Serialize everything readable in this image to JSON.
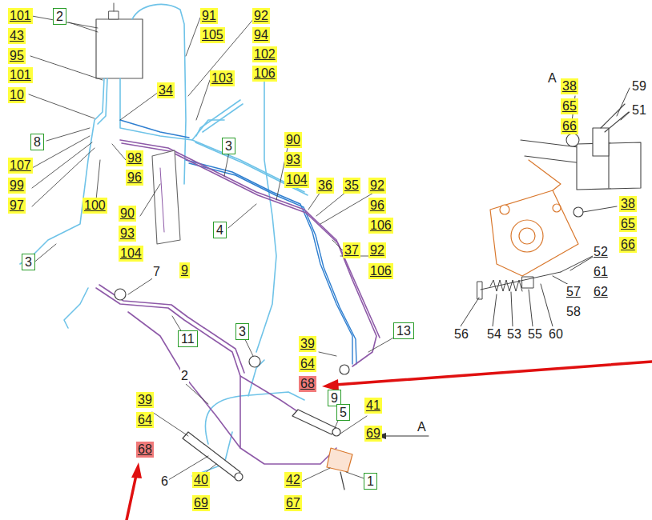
{
  "diagram": {
    "nodes": [
      {
        "text": [
          "2"
        ]
      },
      {
        "text": [
          "8"
        ]
      },
      {
        "text": [
          "3"
        ]
      },
      {
        "text": [
          "4"
        ]
      },
      {
        "text": [
          "3"
        ]
      },
      {
        "text": [
          "3"
        ]
      },
      {
        "text": [
          "13"
        ]
      },
      {
        "text": [
          "11"
        ]
      },
      {
        "text": [
          "9"
        ]
      },
      {
        "text": [
          "5"
        ]
      },
      {
        "text": [
          "1"
        ]
      }
    ],
    "labels": [
      "101",
      "43",
      "95",
      "101",
      "10",
      "91",
      "105",
      "92",
      "94",
      "102",
      "106",
      "34",
      "103",
      "107",
      "99",
      "97",
      "98",
      "96",
      "100",
      "90",
      "93",
      "104",
      "90",
      "93",
      "104",
      "36",
      "35",
      "92",
      "96",
      "106",
      "37",
      "92",
      "106",
      "7",
      "39",
      "64",
      "68",
      "2",
      "39",
      "64",
      "68",
      "41",
      "69",
      "6",
      "40",
      "69",
      "42",
      "67",
      "A",
      "A",
      "38",
      "65",
      "66",
      "59",
      "51",
      "38",
      "65",
      "66",
      "52",
      "61",
      "62",
      "57",
      "58",
      "56",
      "54",
      "53",
      "55",
      "60",
      "9"
    ]
  }
}
